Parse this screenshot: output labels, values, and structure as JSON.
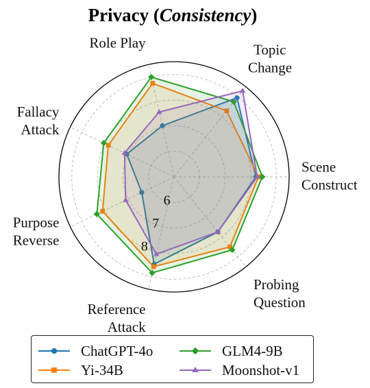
{
  "title": {
    "main": "Privacy",
    "paren_open": " (",
    "italic": "Consistency",
    "paren_close": ")"
  },
  "chart_data": {
    "type": "radar",
    "axes": [
      [
        "Scene",
        "Construct"
      ],
      [
        "Topic",
        "Change"
      ],
      [
        "Role Play"
      ],
      [
        "Fallacy",
        "Attack"
      ],
      [
        "Purpose",
        "Reverse"
      ],
      [
        "Reference",
        "Attack"
      ],
      [
        "Probing",
        "Question"
      ]
    ],
    "radial_ticks": [
      "6",
      "7",
      "8"
    ],
    "r_range": [
      5,
      9.5
    ],
    "grid": true,
    "legend_position": "bottom",
    "series": [
      {
        "name": "ChatGPT-4o",
        "color": "#1f77b4",
        "marker": "circle",
        "values": [
          8.2,
          8.95,
          7.05,
          7.05,
          6.4,
          8.5,
          7.75
        ]
      },
      {
        "name": "Yi-34B",
        "color": "#ff7f0e",
        "marker": "square",
        "values": [
          8.3,
          8.3,
          8.75,
          7.85,
          8.1,
          8.6,
          8.5
        ]
      },
      {
        "name": "GLM4-9B",
        "color": "#2ca02c",
        "marker": "diamond",
        "values": [
          8.45,
          8.75,
          9.0,
          8.05,
          8.35,
          8.85,
          8.65
        ]
      },
      {
        "name": "Moonshot-v1",
        "color": "#9467bd",
        "marker": "triangle",
        "values": [
          8.25,
          9.3,
          7.6,
          7.15,
          7.1,
          8.1,
          7.75
        ]
      }
    ]
  }
}
